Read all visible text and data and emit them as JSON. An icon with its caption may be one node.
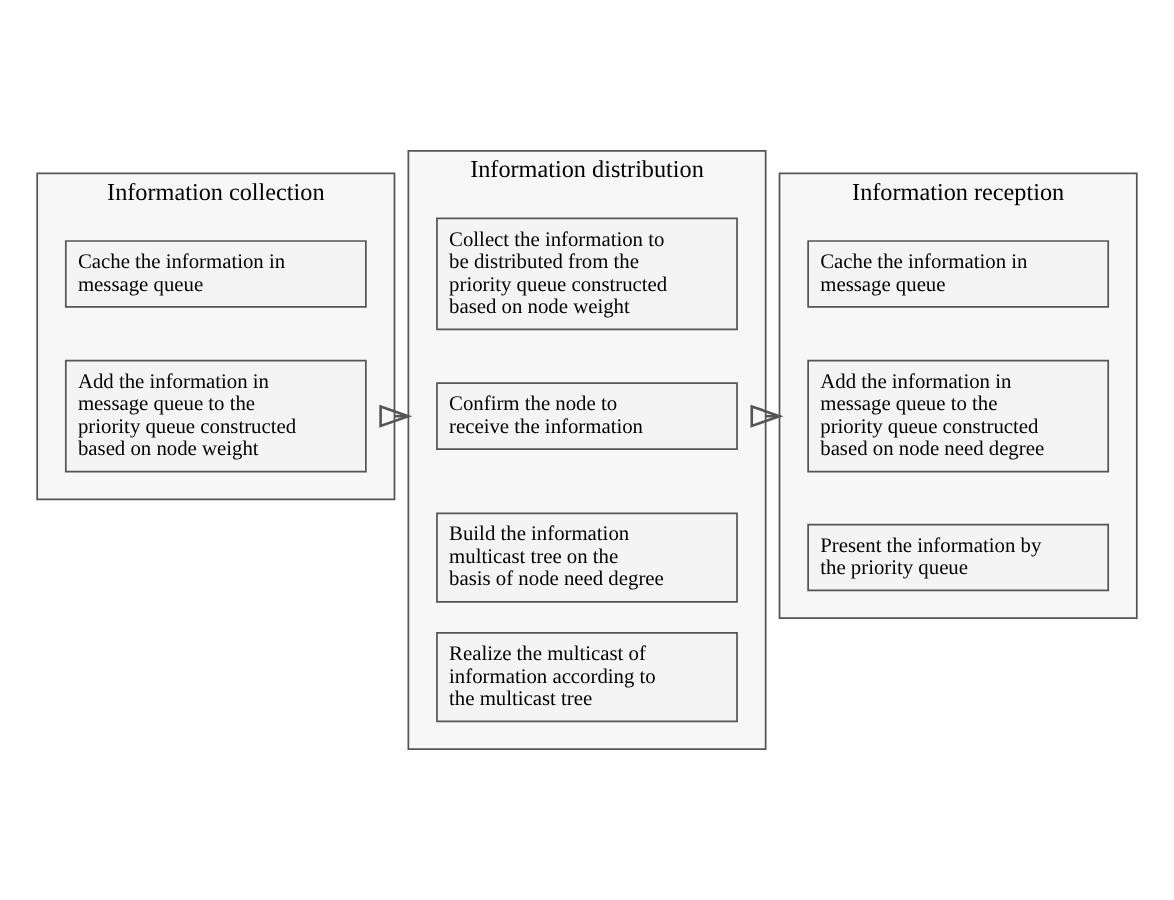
{
  "diagram": {
    "nodes": [
      {
        "text": [
          "Information collection"
        ]
      },
      {
        "text": [
          "Cache the information in message queue"
        ],
        "in": 0
      },
      {
        "text": [
          "Add the information in message queue to the priority queue constructed based on node weight"
        ],
        "in": 0
      },
      {
        "text": [
          "Information distribution"
        ]
      },
      {
        "text": [
          "Collect the information to be distributed from the priority queue constructed based on node weight"
        ],
        "in": 3
      },
      {
        "text": [
          "Confirm the node to receive the information"
        ],
        "in": 3
      },
      {
        "text": [
          "Build the information multicast tree on the basis of node need degree"
        ],
        "in": 3
      },
      {
        "text": [
          "Realize the multicast of information according to the multicast tree"
        ],
        "in": 3
      },
      {
        "text": [
          "Information reception"
        ]
      },
      {
        "text": [
          "Cache the information in message queue"
        ],
        "in": 8
      },
      {
        "text": [
          "Add the information in message queue to the priority queue constructed based on node need degree"
        ],
        "in": 8
      },
      {
        "text": [
          "Present the information by the priority queue"
        ],
        "in": 8
      }
    ],
    "edges": [
      {
        "from": 0,
        "to": 3,
        "arrow": "to"
      },
      {
        "from": 3,
        "to": 8,
        "arrow": "to"
      }
    ]
  }
}
